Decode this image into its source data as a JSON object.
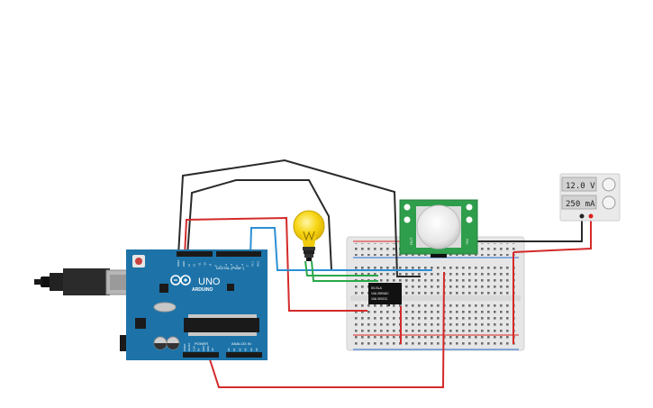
{
  "arduino": {
    "logo_text": "ARDUINO",
    "model": "UNO",
    "digital_header": "DIGITAL (PWM~)",
    "power_header": "POWER",
    "analog_header": "ANALOG IN",
    "top_pins": [
      "AREF",
      "GND",
      "13",
      "12",
      "~11",
      "~10",
      "~9",
      "8",
      "7",
      "~6",
      "~5",
      "4",
      "~3",
      "2",
      "TX 1",
      "RX 0"
    ],
    "power_pins": [
      "IOREF",
      "RESET",
      "3.3V",
      "5V",
      "GND",
      "GND",
      "Vin"
    ],
    "analog_pins": [
      "A0",
      "A1",
      "A2",
      "A3",
      "A4",
      "A5"
    ]
  },
  "relay": {
    "lines": [
      "5V-SLA",
      "10A 250VAC",
      "10A 30VDC"
    ]
  },
  "pir": {
    "left_label": "OUT",
    "right_label": "+5V"
  },
  "power_supply": {
    "voltage": "12.0 V",
    "current": "250 mA"
  },
  "colors": {
    "board": "#1d73a8",
    "wire_red": "#d42a2a",
    "wire_black": "#2a2a2a",
    "wire_green": "#2aa84a",
    "wire_blue": "#2b8fd6",
    "bulb": "#f5d10c",
    "pir_board": "#2f9e4c"
  }
}
